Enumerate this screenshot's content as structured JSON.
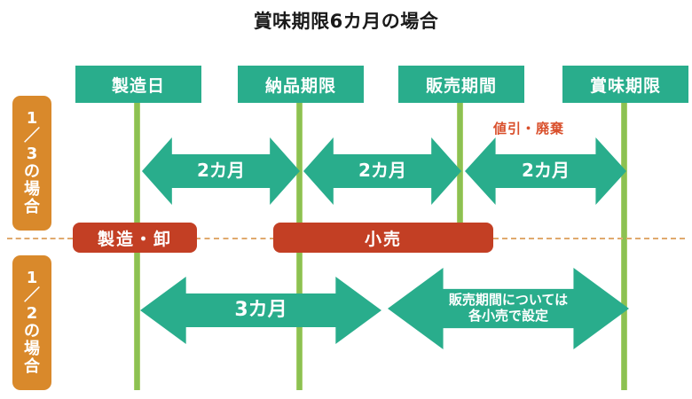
{
  "title": "賞味期限6カ月の場合",
  "side_labels": [
    {
      "name": "one-third-case",
      "lines": [
        "1",
        "／",
        "3",
        "の",
        "場",
        "合"
      ],
      "text": "1／3の場合"
    },
    {
      "name": "one-half-case",
      "lines": [
        "1",
        "／",
        "2",
        "の",
        "場",
        "合"
      ],
      "text": "1／2の場合"
    }
  ],
  "milestones": [
    {
      "name": "manufacture-date",
      "label": "製造日"
    },
    {
      "name": "delivery-deadline",
      "label": "納品期限"
    },
    {
      "name": "sales-period",
      "label": "販売期間"
    },
    {
      "name": "best-before-date",
      "label": "賞味期限"
    }
  ],
  "roles": [
    {
      "name": "maker-wholesaler",
      "label": "製造・卸"
    },
    {
      "name": "retailer",
      "label": "小売"
    }
  ],
  "top_arrows": [
    {
      "name": "manufacture-to-delivery",
      "label": "2カ月"
    },
    {
      "name": "delivery-to-sales",
      "label": "2カ月"
    },
    {
      "name": "sales-to-best-before",
      "label": "2カ月"
    }
  ],
  "bottom_arrows": [
    {
      "name": "manufacture-to-sales",
      "label": "3カ月"
    },
    {
      "name": "sales-period-note",
      "label": "販売期間については\n各小売で設定"
    }
  ],
  "annotations": [
    {
      "name": "discount-disposal-note",
      "label": "値引・廃棄"
    }
  ],
  "colors": {
    "green_box": "#29ad8c",
    "green_rail": "#8cc152",
    "orange_label": "#d9892b",
    "red_box": "#c33f24",
    "red_text": "#d94f2b",
    "divider": "#e0a96d",
    "background": "#ffffff"
  }
}
